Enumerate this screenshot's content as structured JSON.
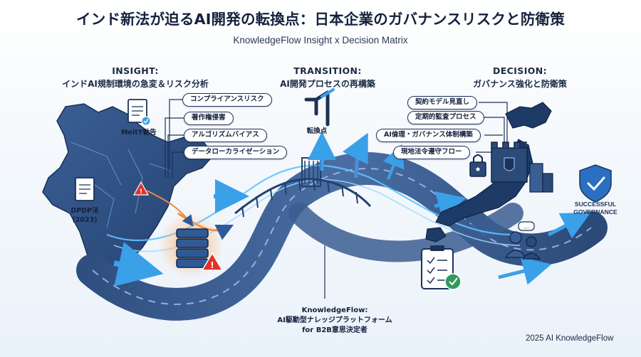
{
  "title": "インド新法が迫るAI開発の転換点：日本企業のガバナンスリスクと防衛策",
  "subtitle": "KnowledgeFlow Insight x Decision Matrix",
  "insight": {
    "heading": "INSIGHT:",
    "subheading": "インドAI規制環境の急変＆リスク分析",
    "meity_label": "MeitY勧告",
    "dpdp_label_line1": "DPDP法",
    "dpdp_label_line2": "(2023)",
    "risks": [
      "コンプライアンスリスク",
      "著作権侵害",
      "アルゴリズムバイアス",
      "データローカライゼーション"
    ]
  },
  "transition": {
    "heading": "TRANSITION:",
    "subheading": "AI開発プロセスの再構築",
    "turning_point_label": "転換点"
  },
  "decision": {
    "heading": "DECISION:",
    "subheading": "ガバナンス強化と防衛策",
    "measures": [
      "契約モデル見直し",
      "定期的監査プロセス",
      "AI倫理・ガバナンス体制構築",
      "現地法令遵守フロー"
    ],
    "success_line1": "SUCCESSFUL",
    "success_line2": "GOVERNANCE"
  },
  "knowledgeflow": {
    "line1": "KnowledgeFlow:",
    "line2": "AI駆動型ナレッジプラットフォーム",
    "line3": "for B2B意思決定者"
  },
  "footer": "2025 AI KnowledgeFlow",
  "colors": {
    "navy": "#1c3258",
    "road": "#3f5f8f",
    "road_light": "#6f8fbd",
    "map_india": "#2e4f82",
    "map_japan": "#1e3a66",
    "accent_blue": "#3aa0e8",
    "warning_red": "#e0322b",
    "orange_flow": "#f08a3c",
    "success_green": "#2f9a5c"
  }
}
